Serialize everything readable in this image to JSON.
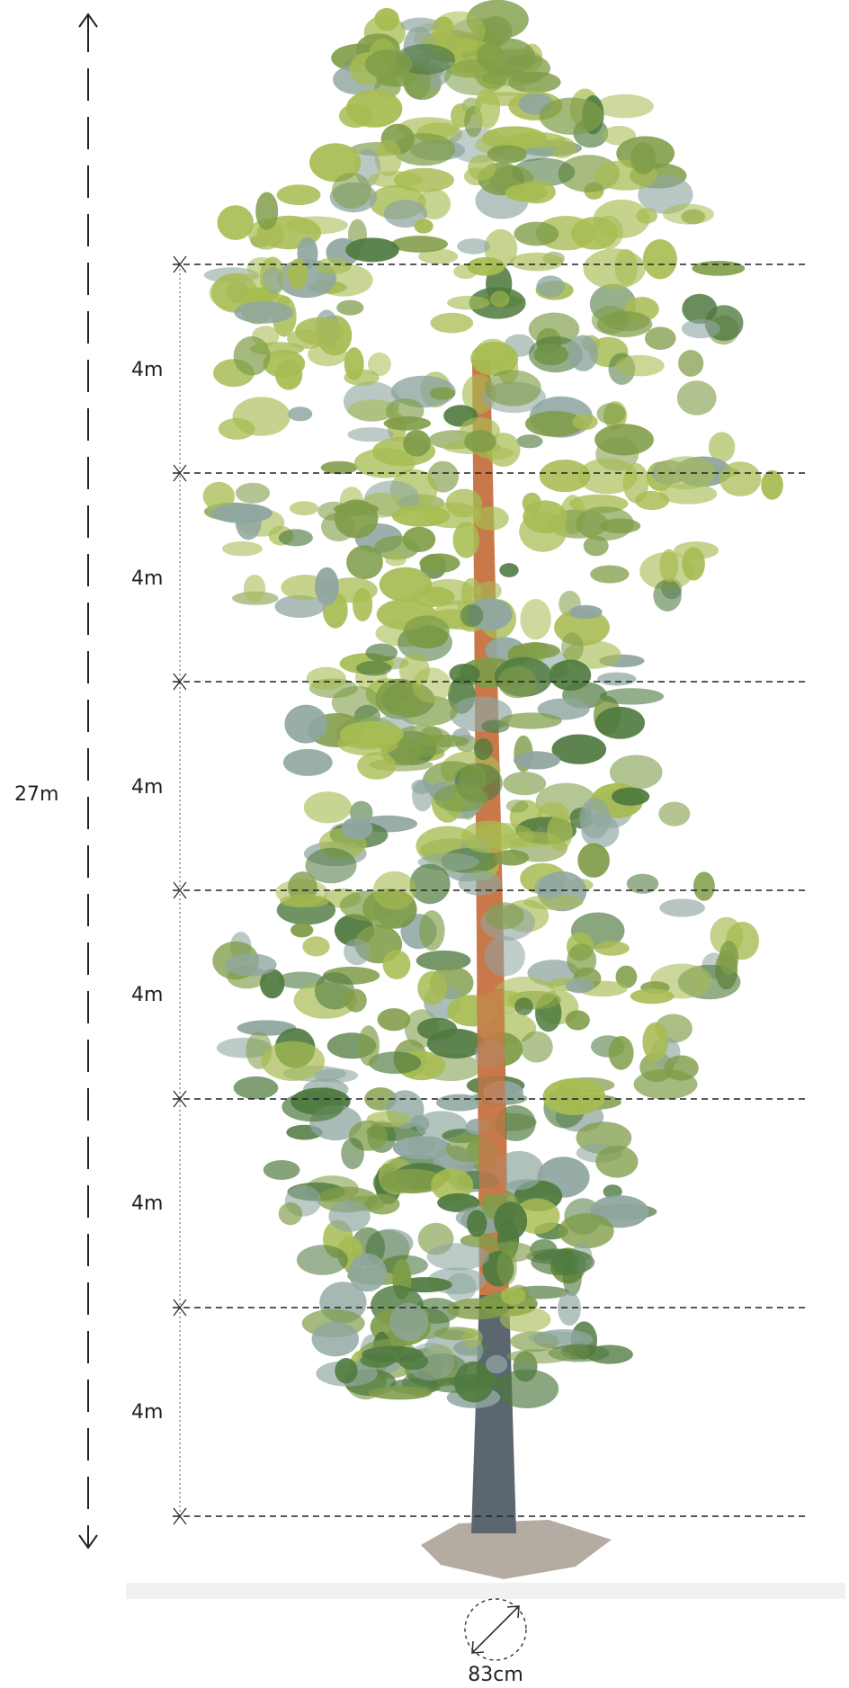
{
  "diagram": {
    "total_height_label": "27m",
    "segment_labels": [
      "4m",
      "4m",
      "4m",
      "4m",
      "4m",
      "4m"
    ],
    "trunk_diameter_label": "83cm"
  },
  "colors": {
    "line": "#222222",
    "foliage_light": "#a7bc52",
    "foliage_mid": "#7f9c48",
    "foliage_dark": "#4f7a3f",
    "foliage_blue": "#8fa6a0",
    "trunk_orange": "#c9784a",
    "trunk_grey": "#5b6670",
    "ground": "#ece9e6"
  }
}
